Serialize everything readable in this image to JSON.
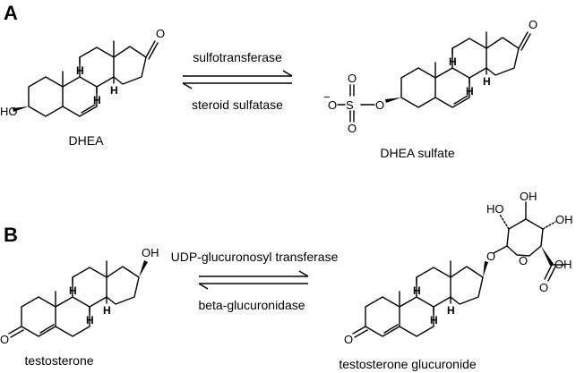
{
  "panels": {
    "A": {
      "letter": "A",
      "reactant": "DHEA",
      "product": "DHEA sulfate",
      "forward_enzyme": "sulfotransferase",
      "reverse_enzyme": "steroid sulfatase",
      "reactant_atoms": {
        "ho": "HO",
        "o17": "O"
      },
      "product_atoms": {
        "o_minus": "O",
        "minus": "−",
        "o1": "O",
        "o2": "O",
        "s": "S",
        "o_link": "O",
        "o17": "O"
      }
    },
    "B": {
      "letter": "B",
      "reactant": "testosterone",
      "product": "testosterone glucuronide",
      "forward_enzyme": "UDP-glucuronosyl transferase",
      "reverse_enzyme": "beta-glucuronidase",
      "reactant_atoms": {
        "o3": "O",
        "oh": "OH"
      },
      "product_atoms": {
        "o3": "O",
        "o_link": "O",
        "o_ring": "O",
        "ho1": "HO",
        "oh2": "OH",
        "oh3": "OH",
        "oh4": "OH",
        "o_carb": "O"
      }
    }
  },
  "h_label": "H"
}
